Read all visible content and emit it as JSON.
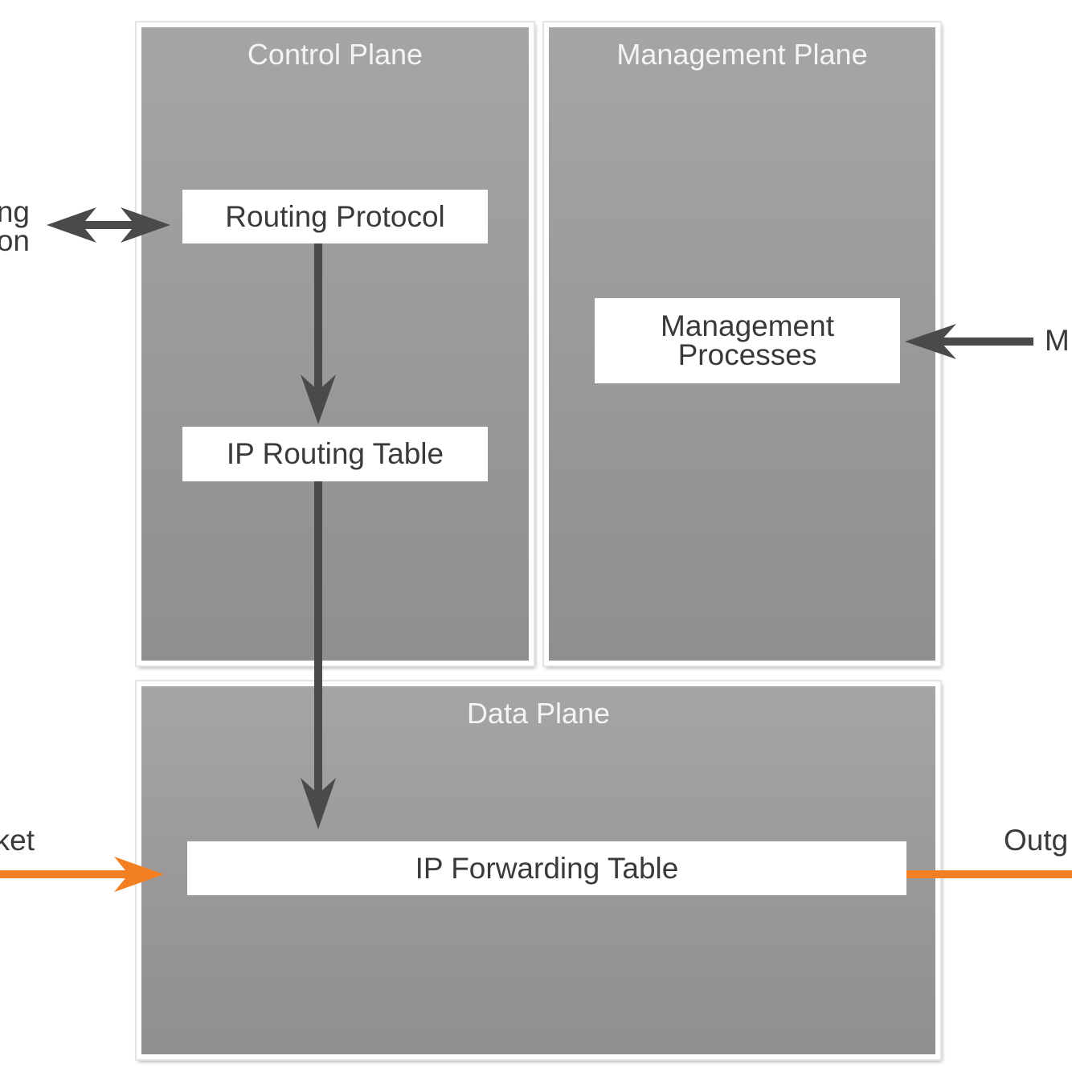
{
  "planes": {
    "control": {
      "title": "Control Plane"
    },
    "management": {
      "title": "Management Plane"
    },
    "data": {
      "title": "Data Plane"
    }
  },
  "boxes": {
    "routing_protocol": "Routing Protocol",
    "ip_routing_table": "IP Routing Table",
    "management_processes": "Management Processes",
    "ip_forwarding_table": "IP Forwarding Table"
  },
  "edge_labels": {
    "left_top": "ng\non",
    "right_mgmt": "M",
    "left_bottom": "ket",
    "right_bottom": "Outg"
  },
  "colors": {
    "arrow_dark": "#4a4a4a",
    "arrow_orange": "#f27f22"
  }
}
